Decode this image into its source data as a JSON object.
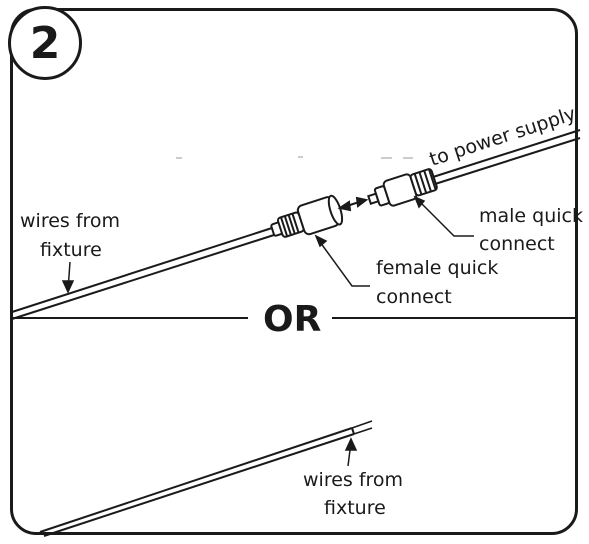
{
  "step_number": "2",
  "divider_text": "OR",
  "labels": {
    "to_power_supply": "to power supply",
    "wires_from_fixture_top_line1": "wires from",
    "wires_from_fixture_top_line2": "fixture",
    "male_quick_connect_line1": "male quick",
    "male_quick_connect_line2": "connect",
    "female_quick_connect_line1": "female quick",
    "female_quick_connect_line2": "connect",
    "wires_from_fixture_bottom_line1": "wires from",
    "wires_from_fixture_bottom_line2": "fixture"
  },
  "colors": {
    "ink": "#1a1a1a",
    "background": "#ffffff"
  }
}
